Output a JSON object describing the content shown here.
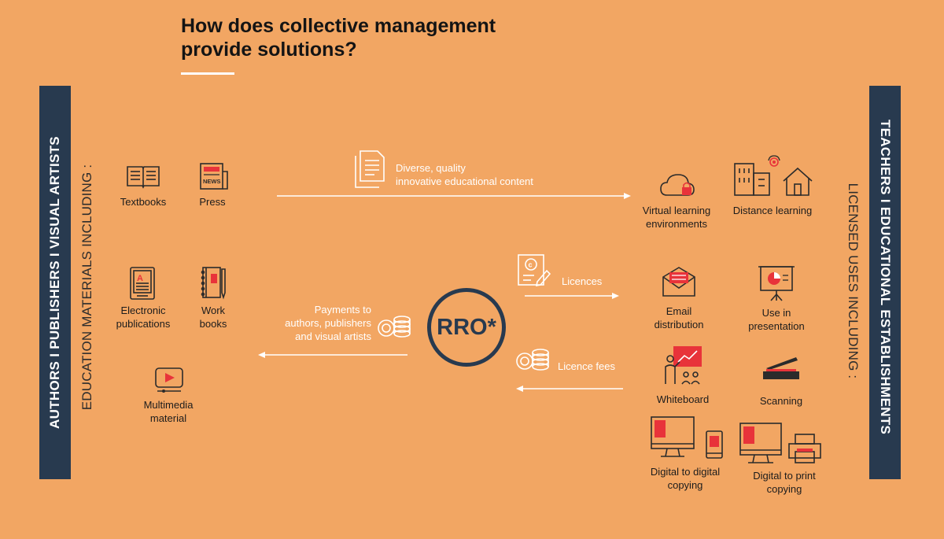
{
  "title": {
    "line1": "How does collective management",
    "line2": "provide solutions?"
  },
  "left_panel": {
    "bar_text": "AUTHORS  I  PUBLISHERS  I  VISUAL ARTISTS",
    "subtitle": "EDUCATION MATERIALS INCLUDING :",
    "items": [
      {
        "label": "Textbooks",
        "icon": "book-icon"
      },
      {
        "label": "Press",
        "icon": "newspaper-icon"
      },
      {
        "label_line1": "Electronic",
        "label_line2": "publications",
        "icon": "ereader-icon"
      },
      {
        "label_line1": "Work",
        "label_line2": "books",
        "icon": "notebook-icon"
      },
      {
        "label_line1": "Multimedia",
        "label_line2": "material",
        "icon": "video-icon"
      }
    ]
  },
  "right_panel": {
    "bar_text": "TEACHERS  I  EDUCATIONAL ESTABLISHMENTS",
    "subtitle": "LICENSED USES INCLUDING :",
    "items": [
      {
        "label_line1": "Virtual learning",
        "label_line2": "environments",
        "icon": "cloud-lock-icon"
      },
      {
        "label": "Distance learning",
        "icon": "buildings-home-icon"
      },
      {
        "label_line1": "Email",
        "label_line2": "distribution",
        "icon": "email-icon"
      },
      {
        "label_line1": "Use in",
        "label_line2": "presentation",
        "icon": "presentation-icon"
      },
      {
        "label": "Whiteboard",
        "icon": "whiteboard-icon"
      },
      {
        "label": "Scanning",
        "icon": "scanner-icon"
      },
      {
        "label_line1": "Digital to digital",
        "label_line2": "copying",
        "icon": "monitor-phone-icon"
      },
      {
        "label_line1": "Digital to print",
        "label_line2": "copying",
        "icon": "monitor-printer-icon"
      }
    ]
  },
  "flows": {
    "content": {
      "line1": "Diverse, quality",
      "line2": "innovative educational content",
      "icon": "documents-icon"
    },
    "licences": {
      "label": "Licences",
      "icon": "certificate-icon"
    },
    "licence_fees": {
      "label": "Licence fees",
      "icon": "coins-icon"
    },
    "payments": {
      "line1": "Payments to",
      "line2": "authors, publishers",
      "line3": "and visual artists",
      "icon": "coins-icon"
    }
  },
  "center": {
    "label": "RRO*"
  },
  "colors": {
    "background": "#f2a663",
    "bar": "#283a4f",
    "accent_red": "#e8333a",
    "arrow": "#ffffff"
  }
}
